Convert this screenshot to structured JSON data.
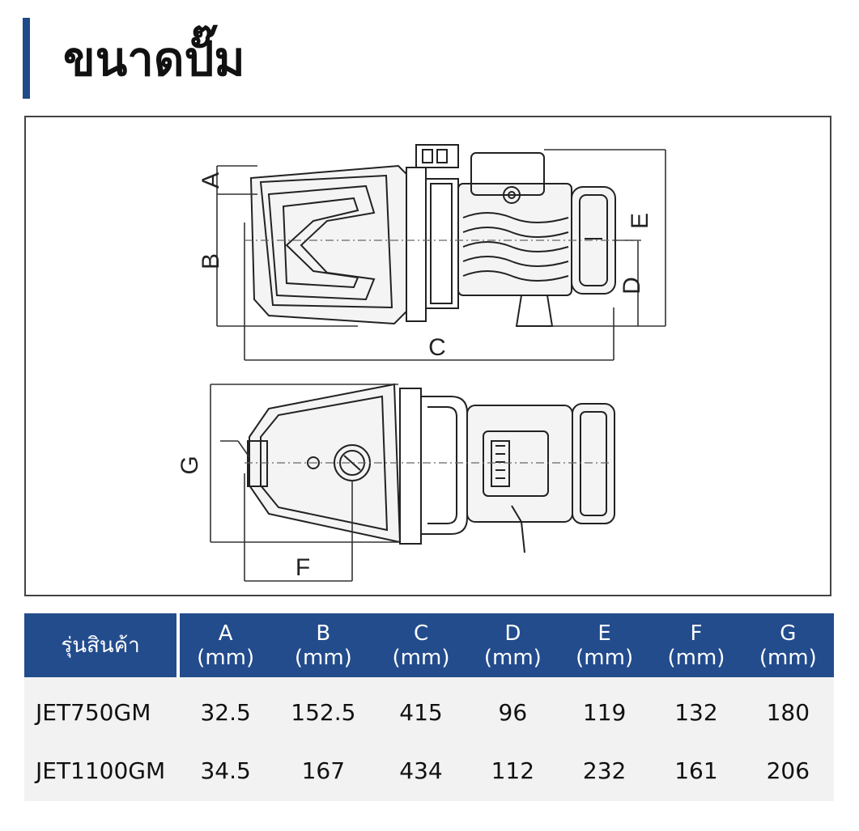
{
  "page": {
    "title": "ขนาดปั๊ม"
  },
  "diagram": {
    "labels": {
      "a": "A",
      "b": "B",
      "c": "C",
      "d": "D",
      "e": "E",
      "f": "F",
      "g": "G"
    }
  },
  "table": {
    "model_header": "รุ่นสินค้า",
    "columns": [
      {
        "letter": "A",
        "unit": "(mm)"
      },
      {
        "letter": "B",
        "unit": "(mm)"
      },
      {
        "letter": "C",
        "unit": "(mm)"
      },
      {
        "letter": "D",
        "unit": "(mm)"
      },
      {
        "letter": "E",
        "unit": "(mm)"
      },
      {
        "letter": "F",
        "unit": "(mm)"
      },
      {
        "letter": "G",
        "unit": "(mm)"
      }
    ],
    "rows": [
      {
        "model": "JET750GM",
        "values": [
          "32.5",
          "152.5",
          "415",
          "96",
          "119",
          "132",
          "180"
        ]
      },
      {
        "model": "JET1100GM",
        "values": [
          "34.5",
          "167",
          "434",
          "112",
          "232",
          "161",
          "206"
        ]
      }
    ]
  },
  "colors": {
    "accent": "#1f4a8a",
    "header_bg": "#234c8d",
    "row_bg": "#f2f2f2"
  }
}
